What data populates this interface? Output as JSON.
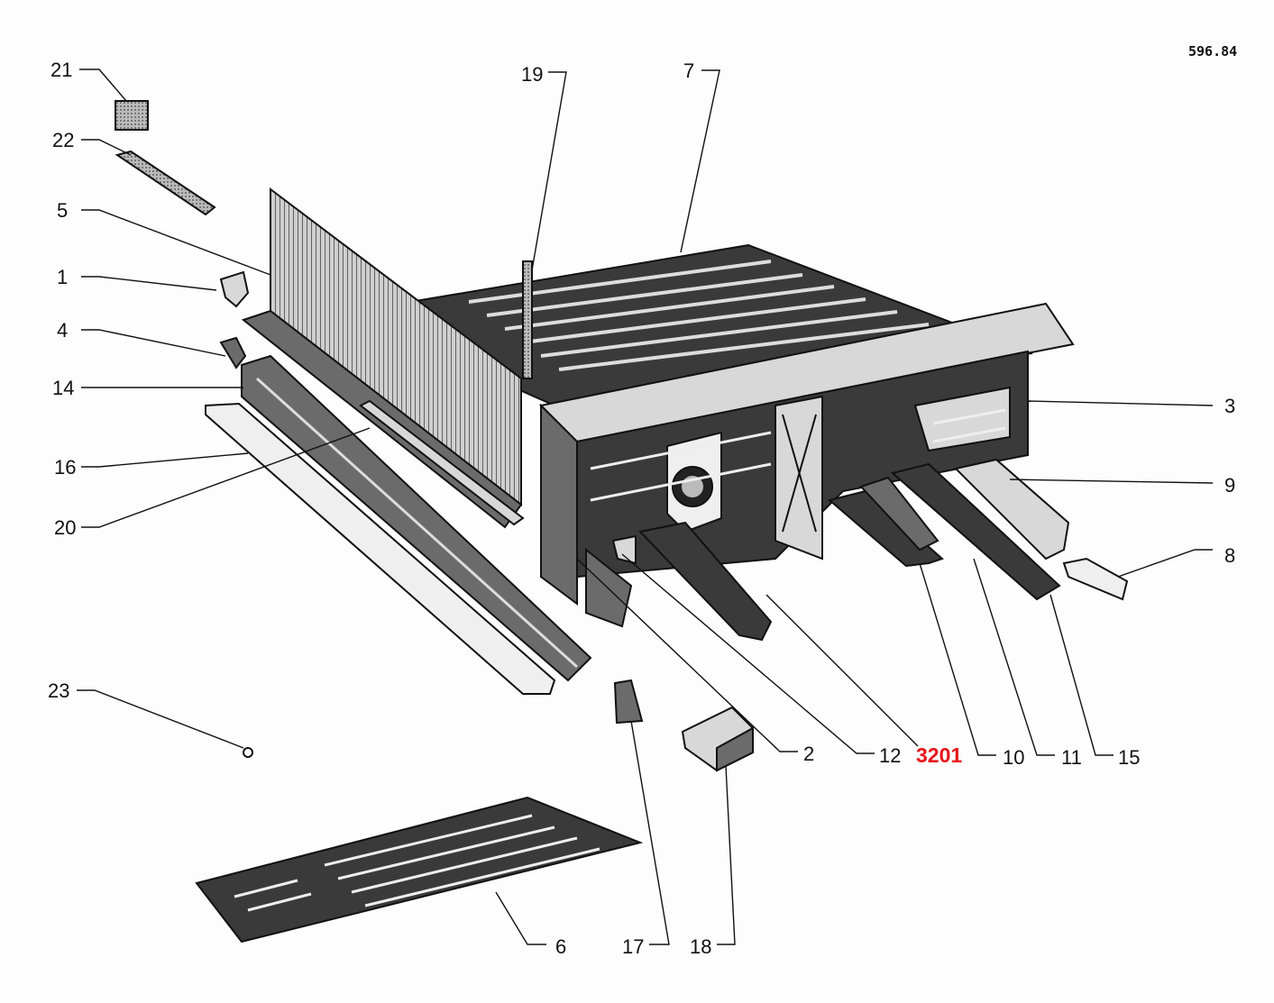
{
  "diagram": {
    "drawing_code": "596.84",
    "highlighted_label": "3201",
    "highlight_color": "#e8141b",
    "callouts": {
      "p1": "1",
      "p2": "2",
      "p3": "3",
      "p4": "4",
      "p5": "5",
      "p6": "6",
      "p7": "7",
      "p8": "8",
      "p9": "9",
      "p10": "10",
      "p11": "11",
      "p12": "12",
      "p14": "14",
      "p15": "15",
      "p16": "16",
      "p17": "17",
      "p18": "18",
      "p19": "19",
      "p20": "20",
      "p21": "21",
      "p22": "22",
      "p23": "23"
    }
  }
}
